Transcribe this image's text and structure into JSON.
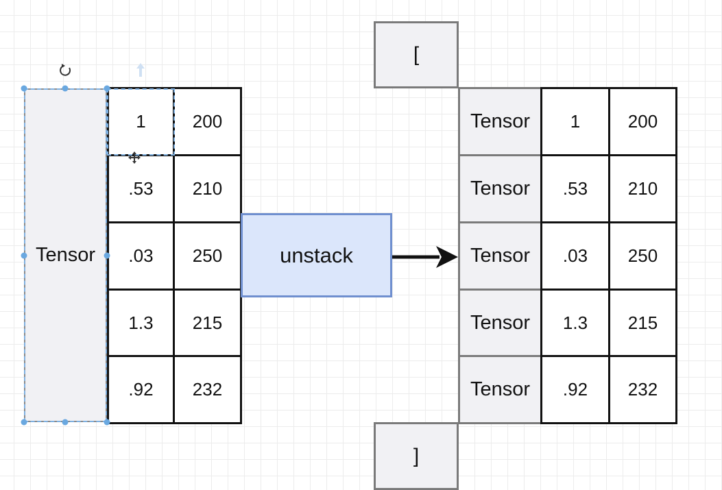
{
  "input": {
    "label": "Tensor",
    "rows": [
      [
        "1",
        "200"
      ],
      [
        ".53",
        "210"
      ],
      [
        ".03",
        "250"
      ],
      [
        "1.3",
        "215"
      ],
      [
        ".92",
        "232"
      ]
    ]
  },
  "operation": {
    "label": "unstack"
  },
  "output": {
    "open_bracket": "[",
    "close_bracket": "]",
    "rows": [
      {
        "label": "Tensor",
        "values": [
          "1",
          "200"
        ]
      },
      {
        "label": "Tensor",
        "values": [
          ".53",
          "210"
        ]
      },
      {
        "label": "Tensor",
        "values": [
          ".03",
          "250"
        ]
      },
      {
        "label": "Tensor",
        "values": [
          "1.3",
          "215"
        ]
      },
      {
        "label": "Tensor",
        "values": [
          ".92",
          "232"
        ]
      }
    ]
  },
  "colors": {
    "operation_fill": "#dbe6fb",
    "operation_border": "#6f8fcf",
    "selection": "#6aa8e0",
    "tensor_fill": "#f1f1f4"
  },
  "icons": {
    "rotate": "rotate-icon",
    "arrow": "arrow-right-icon"
  }
}
